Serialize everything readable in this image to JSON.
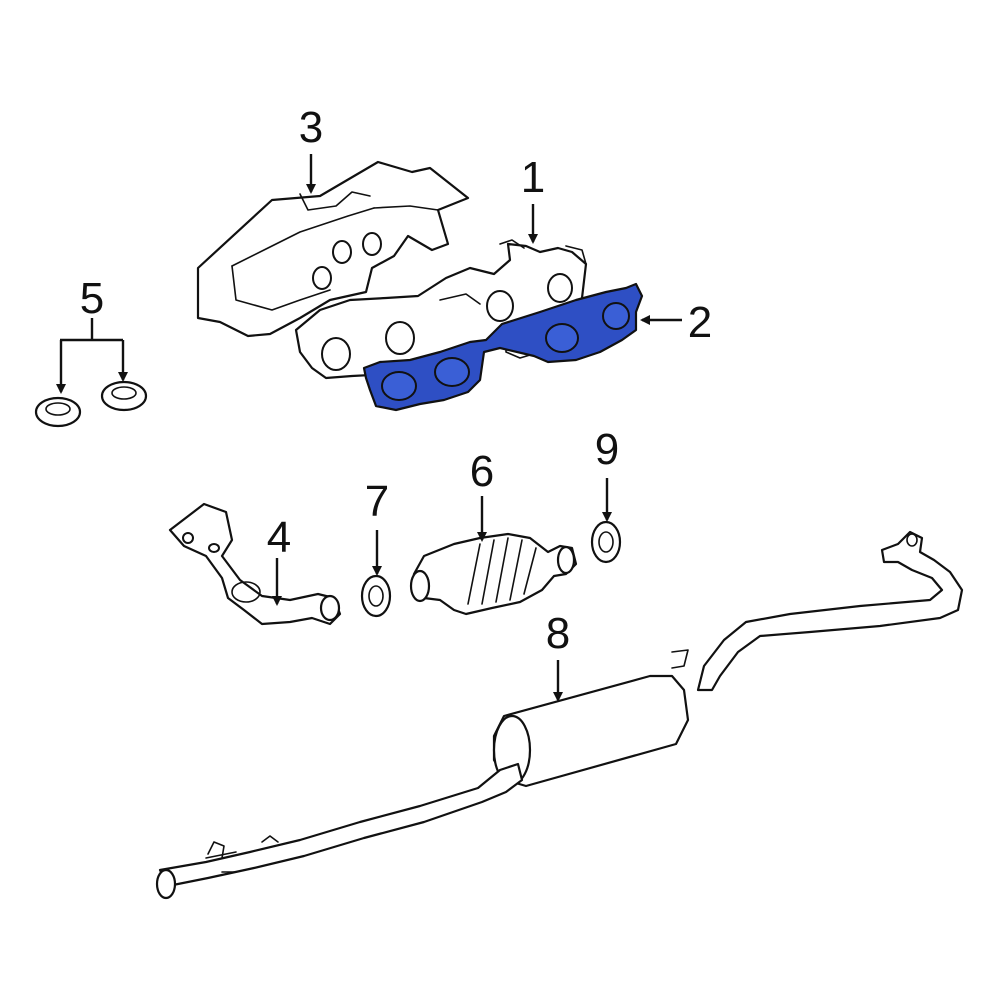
{
  "callouts": {
    "c1": "1",
    "c2": "2",
    "c3": "3",
    "c4": "4",
    "c5": "5",
    "c6": "6",
    "c7": "7",
    "c8": "8",
    "c9": "9"
  },
  "colors": {
    "highlight_fill": "#2e4fc4",
    "highlight_hole": "#3a5fd6",
    "line": "#111111",
    "background": "#ffffff"
  }
}
